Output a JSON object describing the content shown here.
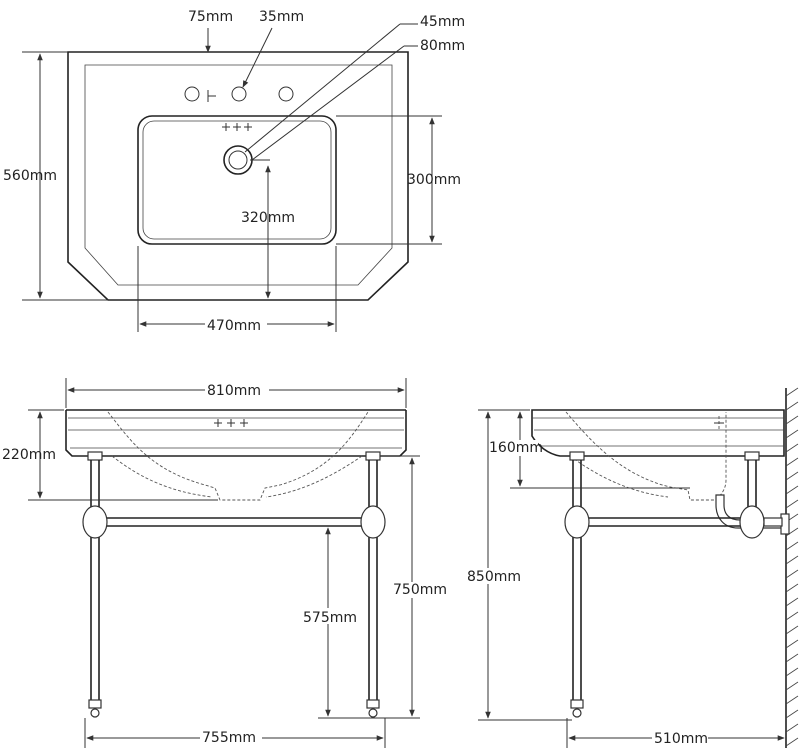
{
  "diagram": {
    "top_view": {
      "labels": {
        "tap_spacing": "75mm",
        "tap_hole_diameter": "35mm",
        "waste_hole": "45mm",
        "waste_offset": "80mm",
        "depth": "560mm",
        "bowl_depth": "300mm",
        "bowl_to_back": "320mm",
        "bowl_width": "470mm"
      }
    },
    "front_view": {
      "labels": {
        "overall_width": "810mm",
        "basin_height": "220mm",
        "shelf_height": "575mm",
        "leg_height": "750mm",
        "leg_span": "755mm"
      }
    },
    "side_view": {
      "labels": {
        "bowl_depth": "160mm",
        "total_height": "850mm",
        "side_depth": "510mm"
      }
    }
  }
}
